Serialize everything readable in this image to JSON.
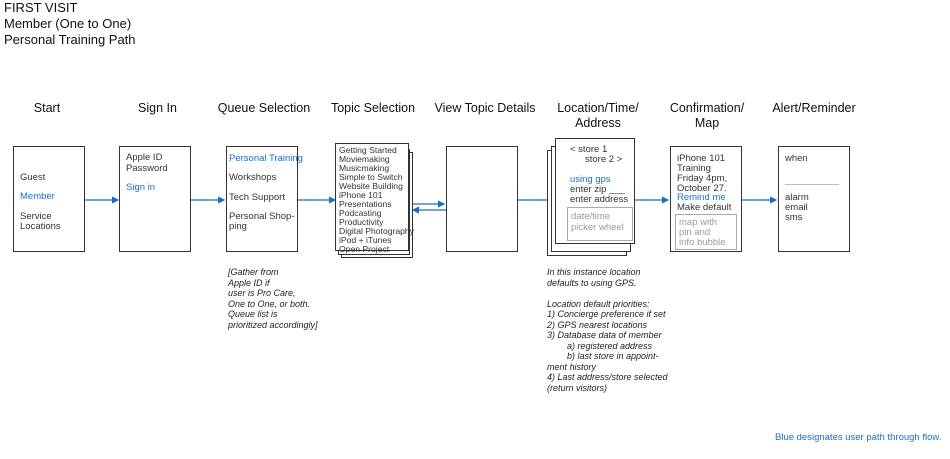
{
  "header": {
    "line1": "FIRST VISIT",
    "line2": "Member (One to One)",
    "line3": "Personal Training Path"
  },
  "steps": {
    "start": "Start",
    "sign_in": "Sign In",
    "queue": "Queue Selection",
    "topic": "Topic Selection",
    "view_topic": "View Topic Details",
    "location_1": "Location/Time/",
    "location_2": "Address",
    "confirmation_1": "Confirmation/",
    "confirmation_2": "Map",
    "alert": "Alert/Reminder"
  },
  "start_screen": {
    "guest": "Guest",
    "member": "Member",
    "service_1": "Service",
    "service_2": "Locations"
  },
  "signin_screen": {
    "apple_id": "Apple ID",
    "password": "Password",
    "sign_in": "Sign in"
  },
  "queue_screen": {
    "personal_training": "Personal Training",
    "workshops": "Workshops",
    "tech_support": "Tech Support",
    "personal_shopping_1": "Personal  Shop-",
    "personal_shopping_2": "ping"
  },
  "topic_screen": {
    "topics": [
      "Getting Started",
      "Moviemaking",
      "Musicmaking",
      "Simple to Switch",
      "Website Building",
      "iPhone 101",
      "Presentations",
      "Podcasting",
      "Productivity",
      "Digital Photography",
      "iPod + iTunes",
      "Open Project"
    ],
    "selected_index": 5
  },
  "location_screen": {
    "store1": "<   store 1",
    "store2": "store 2   >",
    "using_gps": "using gps",
    "enter_zip": "enter zip ___",
    "enter_address": "enter address",
    "picker_1": "date/time",
    "picker_2": "picker wheel"
  },
  "confirmation_screen": {
    "line1": "iPhone 101",
    "line2": "Training",
    "line3": "Friday 4pm,",
    "line4": "October 27.",
    "remind": "Remind me",
    "make_default": "Make default",
    "map_1": "map with",
    "map_2": "pin and",
    "map_3": "info bubble"
  },
  "alert_screen": {
    "when": "when",
    "alarm": "alarm",
    "email": "email",
    "sms": "sms"
  },
  "notes": {
    "queue_note": "[Gather from\nApple ID if\nuser is Pro Care,\nOne to One, or both.\nQueue list is\nprioritized accordingly]",
    "location_note": "In this instance location\ndefaults to using GPS.\n\nLocation default priorities:\n1) Concierge preference if set\n2) GPS nearest locations\n3) Database data of member\n        a) registered address\n        b) last store in appoint-\nment history\n4) Last address/store selected\n(return visitors)"
  },
  "legend": "Blue designates user path through flow.",
  "colors": {
    "user_path": "#1a6fc4",
    "border": "#333333"
  }
}
